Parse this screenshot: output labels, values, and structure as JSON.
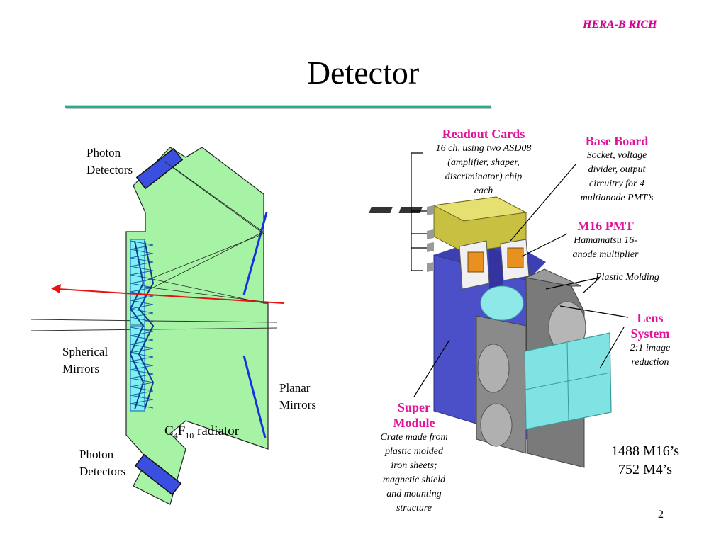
{
  "header": {
    "brand": "HERA-B RICH",
    "title": "Detector"
  },
  "left_diagram": {
    "photon_detectors_top": [
      "Photon",
      "Detectors"
    ],
    "spherical_mirrors": [
      "Spherical",
      "Mirrors"
    ],
    "planar_mirrors": [
      "Planar",
      "Mirrors"
    ],
    "radiator": {
      "base": "C",
      "sub1": "4",
      "mid": "F",
      "sub2": "10",
      "rest": " radiator"
    },
    "photon_detectors_bottom": [
      "Photon",
      "Detectors"
    ]
  },
  "right_diagram": {
    "readout_cards": {
      "title": "Readout Cards",
      "desc": [
        "16 ch, using two ASD08",
        "(amplifier, shaper,",
        "discriminator) chip",
        "each"
      ]
    },
    "base_board": {
      "title": "Base Board",
      "desc": [
        "Socket, voltage",
        "divider, output",
        "circuitry for 4",
        "multianode PMT’s"
      ]
    },
    "m16_pmt": {
      "title": "M16 PMT",
      "desc": [
        "Hamamatsu 16-",
        "anode multiplier"
      ]
    },
    "plastic_molding": "Plastic Molding",
    "lens_system": {
      "title": [
        "Lens",
        "System"
      ],
      "desc": [
        "2:1 image",
        "reduction"
      ]
    },
    "super_module": {
      "title": [
        "Super",
        "Module"
      ],
      "desc": [
        "Crate made from",
        "plastic molded",
        "iron sheets;",
        "magnetic shield",
        "and mounting",
        "structure"
      ]
    },
    "counts": [
      "1488 M16’s",
      "752 M4’s"
    ]
  },
  "footer": {
    "page_number": "2"
  },
  "colors": {
    "brand": "#d60093",
    "callout_title": "#e0149a",
    "rule": "#20b090",
    "vessel_fill": "#a6f3a6",
    "detector_blue": "#3a4fe0",
    "mirror_cyan": "#7ff0f0",
    "ray_red": "#e81010",
    "module_blue": "#4c50c8",
    "module_gray": "#7a7a7a",
    "lens_cyan": "#7fe3e3",
    "pcb_yellow": "#e6e070"
  }
}
